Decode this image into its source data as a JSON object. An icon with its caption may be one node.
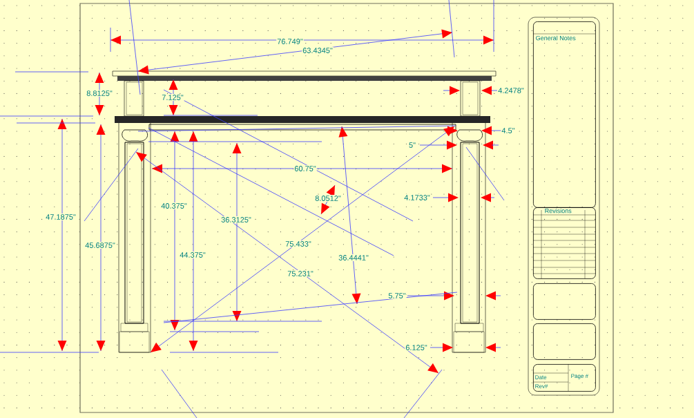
{
  "diagram": {
    "nodes": [
      {
        "text": [
          "General Notes"
        ]
      },
      {
        "text": [
          "Revisions"
        ]
      },
      {
        "text": [],
        "shape": "box"
      },
      {
        "text": [],
        "shape": "box"
      },
      {
        "text": [
          "Date",
          "Rev#",
          "Page #"
        ]
      }
    ],
    "labels": [
      "76.749\"",
      "63.4345\"",
      "4.2478\"",
      "8.8125\"",
      "7.125\"",
      "4.5\"",
      "5\"",
      "60.75\"",
      "4.1733\"",
      "8.0512\"",
      "40.375\"",
      "47.1875\"",
      "36.3125\"",
      "75.433\"",
      "45.6875\"",
      "44.375\"",
      "36.4441\"",
      "75.231\"",
      "5.75\"",
      "6.125\""
    ]
  }
}
